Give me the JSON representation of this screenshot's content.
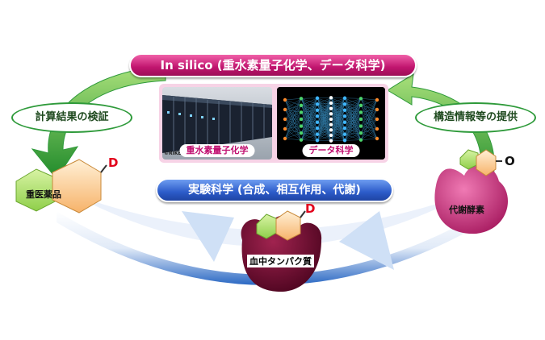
{
  "header": {
    "insilico_label": "In silico (重水素量子化学、データ科学)"
  },
  "panel": {
    "left_caption": "重水素量子化学",
    "right_caption": "データ科学",
    "logo_text": "©RIKEN"
  },
  "experiment": {
    "label": "実験科学 (合成、相互作用、代謝)"
  },
  "arrows": {
    "left_label": "計算結果の検証",
    "right_label": "構造情報等の提供"
  },
  "molecules": {
    "drug_label": "重医薬品",
    "drug_mark": "D",
    "protein_label": "血中タンパク質",
    "protein_mark": "D",
    "enzyme_label": "代謝酵素",
    "enzyme_mark": "O"
  },
  "colors": {
    "insilico": "#c0156e",
    "experiment": "#2c5bc9",
    "arrow_green": "#2e9a3a",
    "protein": "#6b0a2a",
    "enzyme": "#c2327a"
  }
}
